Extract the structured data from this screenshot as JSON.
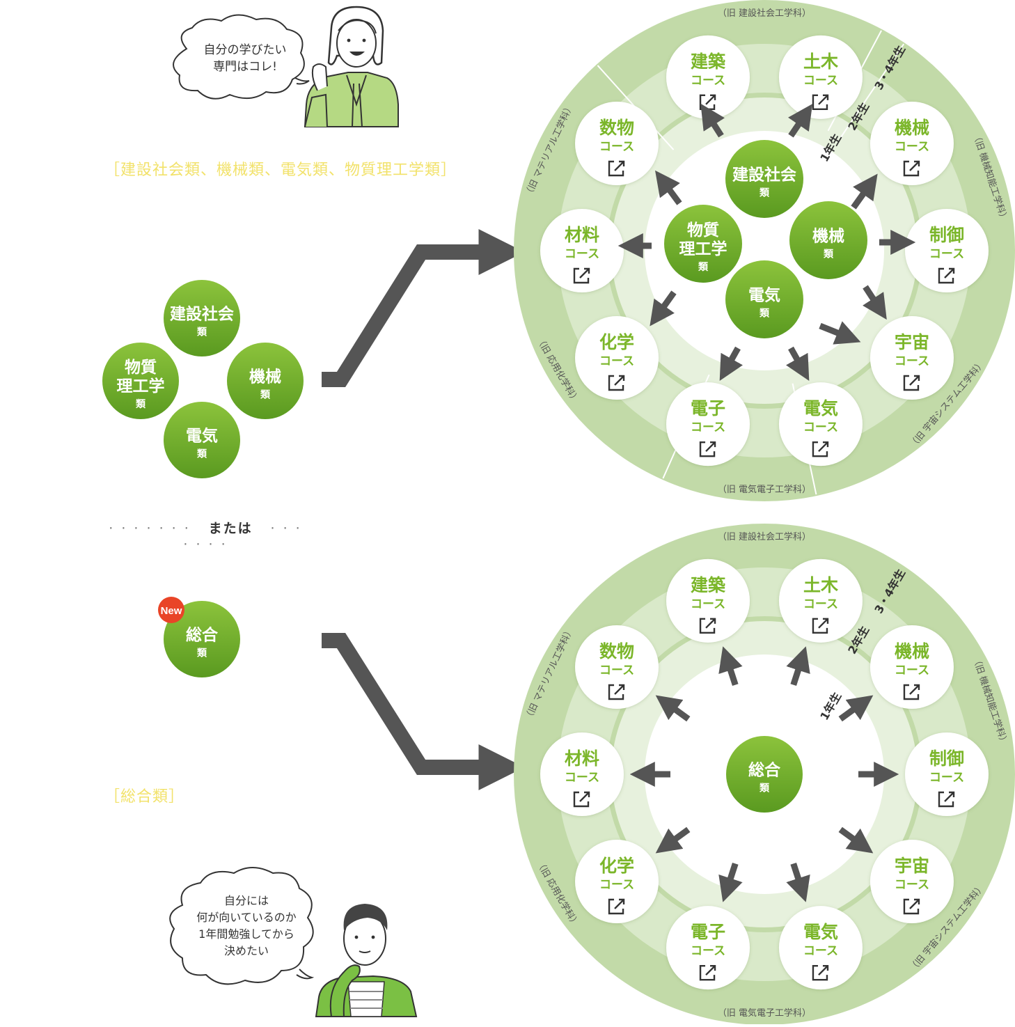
{
  "speech_top": {
    "lines": [
      "自分の学びたい",
      "専門はコレ!"
    ]
  },
  "speech_bottom": {
    "lines": [
      "自分には",
      "何が向いているのか",
      "1年間勉強してから",
      "決めたい"
    ]
  },
  "caption_top": "［建設社会類、機械類、電気類、物質理工学類］",
  "caption_bottom": "［総合類］",
  "divider": {
    "dots_left": "· · · · · · ·",
    "text": "または",
    "dots_right": "· · · · · · ·"
  },
  "new_badge": "New",
  "colors": {
    "ring_outer": "#c2daa8",
    "ring_mid": "#d9e9c9",
    "ring_inner_light": "#e7f1dd",
    "course_text": "#7bb62a",
    "green_dark": "#5a9a20",
    "green_light": "#8cc33c",
    "arrow": "#555555"
  },
  "left_groups": [
    {
      "name": "建設社会",
      "sub": "類"
    },
    {
      "name": "機械",
      "sub": "類"
    },
    {
      "name": "電気",
      "sub": "類"
    },
    {
      "name": "物質\n理工学",
      "sub": "類"
    }
  ],
  "sogo_group": {
    "name": "総合",
    "sub": "類"
  },
  "courses": [
    {
      "name": "建築",
      "sub": "コース"
    },
    {
      "name": "土木",
      "sub": "コース"
    },
    {
      "name": "機械",
      "sub": "コース"
    },
    {
      "name": "制御",
      "sub": "コース"
    },
    {
      "name": "宇宙",
      "sub": "コース"
    },
    {
      "name": "電気",
      "sub": "コース"
    },
    {
      "name": "電子",
      "sub": "コース"
    },
    {
      "name": "化学",
      "sub": "コース"
    },
    {
      "name": "材料",
      "sub": "コース"
    },
    {
      "name": "数物",
      "sub": "コース"
    }
  ],
  "old_departments": [
    "（旧 建設社会工学科）",
    "（旧 機械知能工学科）",
    "（旧 宇宙システム工学科）",
    "（旧 電気電子工学科）",
    "（旧 応用化学科）",
    "（旧 マテリアル工学科）"
  ],
  "year_labels": {
    "year1": "1年生",
    "year2": "2年生",
    "year34": "3・4年生"
  }
}
